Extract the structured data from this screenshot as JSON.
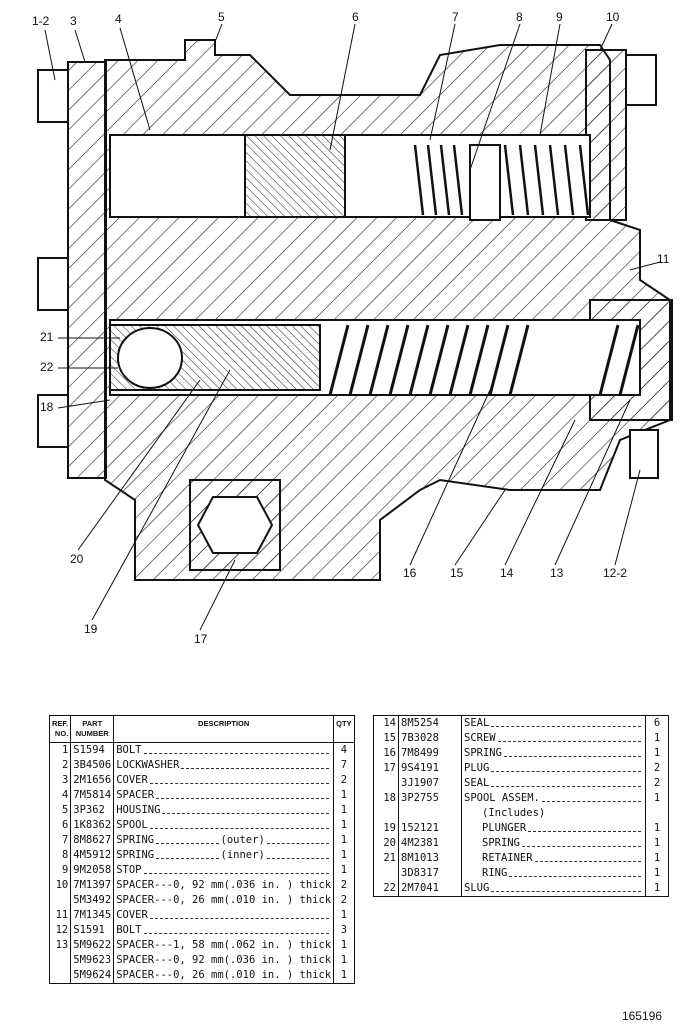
{
  "callouts": [
    "1-2",
    "3",
    "4",
    "5",
    "6",
    "7",
    "8",
    "9",
    "10",
    "11",
    "21",
    "22",
    "18",
    "20",
    "19",
    "17",
    "16",
    "15",
    "14",
    "13",
    "12-2"
  ],
  "table_headers": {
    "ref": "REF. NO.",
    "part": "PART NUMBER",
    "desc": "DESCRIPTION",
    "qty": "QTY"
  },
  "left_rows": [
    {
      "ref": "1",
      "pn": "S1594",
      "desc": "BOLT",
      "qty": "4"
    },
    {
      "ref": "2",
      "pn": "3B4506",
      "desc": "LOCKWASHER",
      "qty": "7"
    },
    {
      "ref": "3",
      "pn": "2M1656",
      "desc": "COVER",
      "qty": "2"
    },
    {
      "ref": "4",
      "pn": "7M5814",
      "desc": "SPACER",
      "qty": "1"
    },
    {
      "ref": "5",
      "pn": "3P362",
      "desc": "HOUSING",
      "qty": "1"
    },
    {
      "ref": "6",
      "pn": "1K8362",
      "desc": "SPOOL",
      "qty": "1"
    },
    {
      "ref": "7",
      "pn": "8M8627",
      "desc": "SPRING",
      "note": "(outer)",
      "qty": "1"
    },
    {
      "ref": "8",
      "pn": "4M5912",
      "desc": "SPRING",
      "note": "(inner)",
      "qty": "1"
    },
    {
      "ref": "9",
      "pn": "9M2058",
      "desc": "STOP",
      "qty": "1"
    },
    {
      "ref": "10",
      "pn": "7M1397",
      "desc": "SPACER---0, 92 mm(.036 in. ) thick",
      "qty": "2"
    },
    {
      "ref": "",
      "pn": "5M3492",
      "desc": "SPACER---0, 26 mm(.010 in. ) thick",
      "qty": "2"
    },
    {
      "ref": "11",
      "pn": "7M1345",
      "desc": "COVER",
      "qty": "1"
    },
    {
      "ref": "12",
      "pn": "S1591",
      "desc": "BOLT",
      "qty": "3"
    },
    {
      "ref": "13",
      "pn": "5M9622",
      "desc": "SPACER---1, 58 mm(.062 in. ) thick",
      "qty": "1"
    },
    {
      "ref": "",
      "pn": "5M9623",
      "desc": "SPACER---0, 92 mm(.036 in. ) thick",
      "qty": "1"
    },
    {
      "ref": "",
      "pn": "5M9624",
      "desc": "SPACER---0, 26 mm(.010 in. ) thick",
      "qty": "1"
    }
  ],
  "right_rows": [
    {
      "ref": "14",
      "pn": "8M5254",
      "desc": "SEAL",
      "qty": "6"
    },
    {
      "ref": "15",
      "pn": "7B3028",
      "desc": "SCREW",
      "qty": "1"
    },
    {
      "ref": "16",
      "pn": "7M8499",
      "desc": "SPRING",
      "qty": "1"
    },
    {
      "ref": "17",
      "pn": "9S4191",
      "desc": "PLUG",
      "qty": "2"
    },
    {
      "ref": "",
      "pn": "3J1907",
      "desc": "SEAL",
      "qty": "2"
    },
    {
      "ref": "18",
      "pn": "3P2755",
      "desc": "SPOOL ASSEM.",
      "qty": "1"
    },
    {
      "ref": "",
      "pn": "",
      "desc": "(Includes)",
      "qty": "",
      "indent": true
    },
    {
      "ref": "19",
      "pn": "152121",
      "desc": "PLUNGER",
      "qty": "1",
      "indent": true
    },
    {
      "ref": "20",
      "pn": "4M2381",
      "desc": "SPRING",
      "qty": "1",
      "indent": true
    },
    {
      "ref": "21",
      "pn": "8M1013",
      "desc": "RETAINER",
      "qty": "1",
      "indent": true
    },
    {
      "ref": "",
      "pn": "3D8317",
      "desc": "RING",
      "qty": "1",
      "indent": true
    },
    {
      "ref": "22",
      "pn": "2M7041",
      "desc": "SLUG",
      "qty": "1"
    }
  ],
  "figure_code": "165196"
}
